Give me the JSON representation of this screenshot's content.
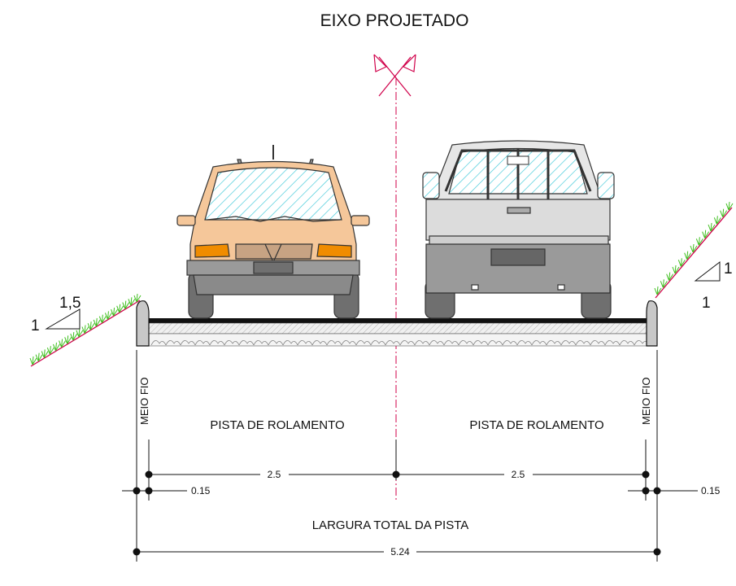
{
  "title": "EIXO PROJETADO",
  "labels": {
    "curb_left": "MEIO FIO",
    "curb_right": "MEIO FIO",
    "lane_left": "PISTA DE ROLAMENTO",
    "lane_right": "PISTA DE ROLAMENTO",
    "total_width_label": "LARGURA TOTAL DA PISTA"
  },
  "slopes": {
    "left": {
      "horizontal": "1,5",
      "vertical": "1"
    },
    "right": {
      "horizontal": "1",
      "vertical": "1"
    }
  },
  "dimensions": {
    "lane_left": "2.5",
    "lane_right": "2.5",
    "curb_left": "0.15",
    "curb_right": "0.15",
    "total": "5.24"
  },
  "colors": {
    "axis": "#d0004a",
    "grass": "#3fbf1f",
    "car_body": "#f5c79a",
    "truck_body": "#e6e6e6",
    "glass_hatch": "#3cc8d8",
    "tire": "#6f6f6f",
    "light": "#f08c00"
  }
}
